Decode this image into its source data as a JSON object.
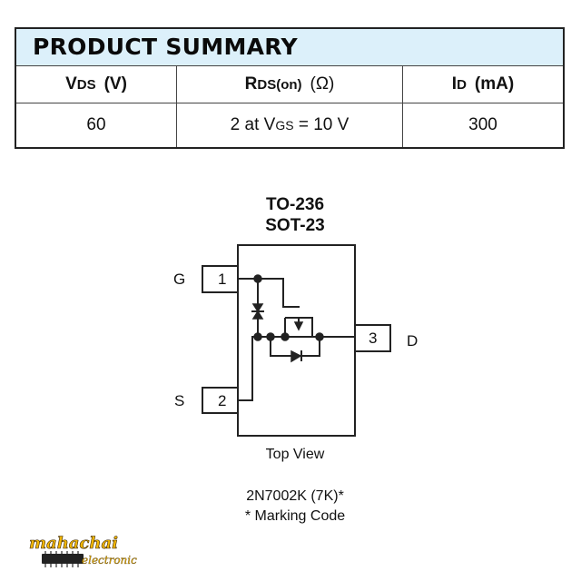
{
  "summary": {
    "title": "PRODUCT SUMMARY",
    "headers": [
      {
        "main": "V",
        "sub": "DS",
        "unit": "(V)"
      },
      {
        "main": "R",
        "sub": "DS(on)",
        "unit": "(Ω)"
      },
      {
        "main": "I",
        "sub": "D",
        "unit": "(mA)"
      }
    ],
    "values": {
      "vds": "60",
      "rds_prefix": "2 at V",
      "rds_sub": "GS",
      "rds_suffix": " = 10 V",
      "id": "300"
    }
  },
  "package": {
    "line1": "TO-236",
    "line2": "SOT-23"
  },
  "pins": [
    {
      "number": "1",
      "label": "G"
    },
    {
      "number": "2",
      "label": "S"
    },
    {
      "number": "3",
      "label": "D"
    }
  ],
  "top_view": "Top View",
  "marking": {
    "part": "2N7002K (7K)*",
    "note": "* Marking Code"
  },
  "logo": {
    "brand": "mahachai",
    "tagline": "electronic"
  }
}
